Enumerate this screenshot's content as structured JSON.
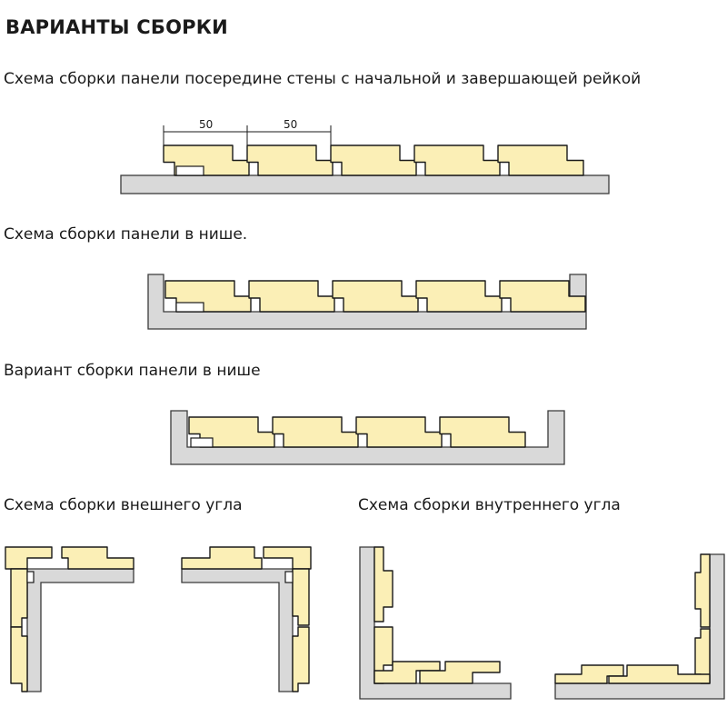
{
  "title": "ВАРИАНТЫ СБОРКИ",
  "captions": {
    "scheme_middle": "Схема сборки панели посередине стены с начальной и завершающей рейкой",
    "scheme_niche": "Схема сборки панели в нише.",
    "variant_niche": "Вариант сборки панели в нише",
    "outer_corner": "Схема сборки внешнего угла",
    "inner_corner": "Схема сборки внутреннего угла"
  },
  "dimensions": {
    "first": "50",
    "second": "50"
  },
  "colors": {
    "panel": "#fbefb6",
    "wall": "#d9d9d9",
    "outline": "#1a1a1a"
  }
}
